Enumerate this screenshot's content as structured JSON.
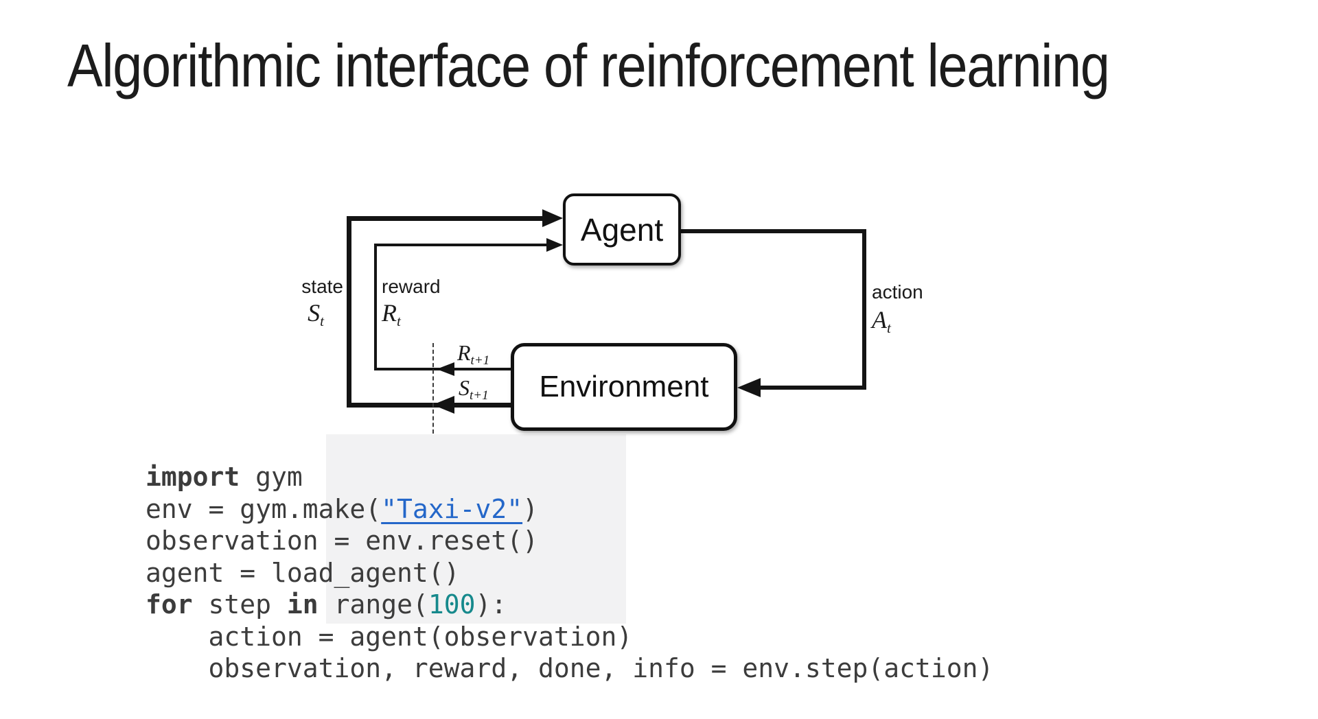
{
  "title": "Algorithmic interface of reinforcement learning",
  "diagram": {
    "agent_label": "Agent",
    "environment_label": "Environment",
    "state": {
      "label": "state",
      "symbol": "S",
      "subscript": "t"
    },
    "reward": {
      "label": "reward",
      "symbol": "R",
      "subscript": "t"
    },
    "action": {
      "label": "action",
      "symbol": "A",
      "subscript": "t"
    },
    "next_reward": {
      "symbol": "R",
      "subscript": "t+1"
    },
    "next_state": {
      "symbol": "S",
      "subscript": "t+1"
    },
    "line_color": "#141414"
  },
  "code": {
    "line1": {
      "kw": "import",
      "rest": " gym"
    },
    "line2": {
      "pre": "env = gym.make(",
      "link": "\"Taxi-v2\"",
      "post": ")"
    },
    "line3": {
      "text": "observation = env.reset()"
    },
    "line4": {
      "text": "agent = load_agent()"
    },
    "line5": {
      "kw1": "for",
      "t1": " step ",
      "kw2": "in",
      "t2": " range(",
      "num": "100",
      "t3": "):"
    },
    "line6": {
      "text": "    action = agent(observation)"
    },
    "line7": {
      "text": "    observation, reward, done, info = env.step(action)"
    },
    "colors": {
      "text": "#3c3c3c",
      "link": "#2467c9",
      "number": "#16898c"
    }
  }
}
